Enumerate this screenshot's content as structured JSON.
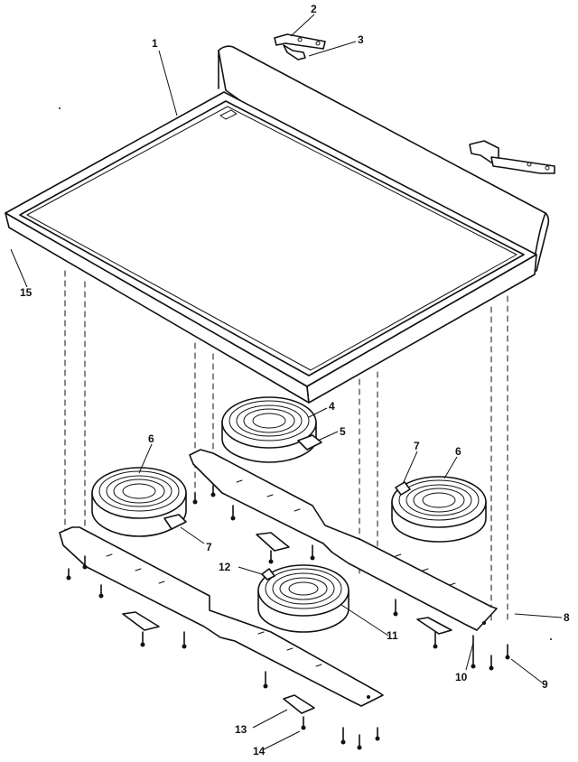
{
  "callouts": [
    {
      "id": "c1",
      "label": "1"
    },
    {
      "id": "c2",
      "label": "2"
    },
    {
      "id": "c3",
      "label": "3"
    },
    {
      "id": "c4",
      "label": "4"
    },
    {
      "id": "c5",
      "label": "5"
    },
    {
      "id": "c6a",
      "label": "6"
    },
    {
      "id": "c6b",
      "label": "6"
    },
    {
      "id": "c7a",
      "label": "7"
    },
    {
      "id": "c7b",
      "label": "7"
    },
    {
      "id": "c8",
      "label": "8"
    },
    {
      "id": "c9",
      "label": "9"
    },
    {
      "id": "c10",
      "label": "10"
    },
    {
      "id": "c11",
      "label": "11"
    },
    {
      "id": "c12",
      "label": "12"
    },
    {
      "id": "c13",
      "label": "13"
    },
    {
      "id": "c14",
      "label": "14"
    },
    {
      "id": "c15",
      "label": "15"
    }
  ]
}
